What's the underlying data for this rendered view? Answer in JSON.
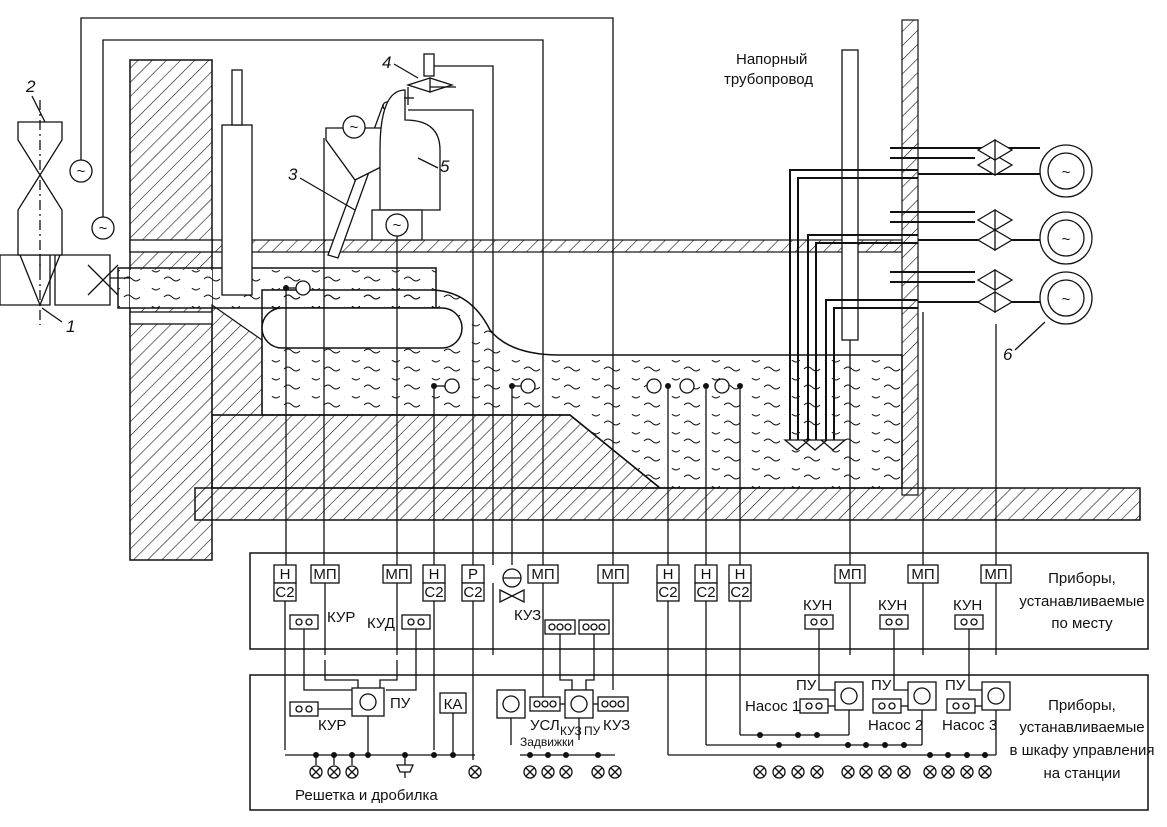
{
  "labels": {
    "num1": "1",
    "num2": "2",
    "num3": "3",
    "num4": "4",
    "num5": "5",
    "num6": "6",
    "pipeline": "Напорный трубопровод",
    "pipeline_l1": "Напорный",
    "pipeline_l2": "трубопровод"
  },
  "panel_top": {
    "title_l1": "Приборы,",
    "title_l2": "устанавливаемые",
    "title_l3": "по месту",
    "boxes": [
      "Н",
      "С2",
      "МП",
      "МП",
      "Н",
      "С2",
      "Р",
      "С2",
      "МП",
      "МП",
      "Н",
      "С2",
      "Н",
      "С2",
      "Н",
      "С2",
      "МП",
      "МП",
      "МП"
    ],
    "kur": "КУР",
    "kud": "КУД",
    "kuz": "КУЗ",
    "kun1": "КУН",
    "kun2": "КУН",
    "kun3": "КУН"
  },
  "panel_bottom": {
    "title_l1": "Приборы,",
    "title_l2": "устанавливаемые",
    "title_l3": "в шкафу управления",
    "title_l4": "на станции",
    "kur": "КУР",
    "pu1": "ПУ",
    "ka": "КА",
    "usl": "УСЛ",
    "kuz_small": "КУЗ",
    "pu_small": "ПУ",
    "kuz": "КУЗ",
    "zadvizhki": "Задвижки",
    "nasos1": "Насос 1",
    "nasos2": "Насос 2",
    "nasos3": "Насос 3",
    "pu_n1": "ПУ",
    "pu_n2": "ПУ",
    "pu_n3": "ПУ",
    "footer": "Решетка и дробилка"
  }
}
